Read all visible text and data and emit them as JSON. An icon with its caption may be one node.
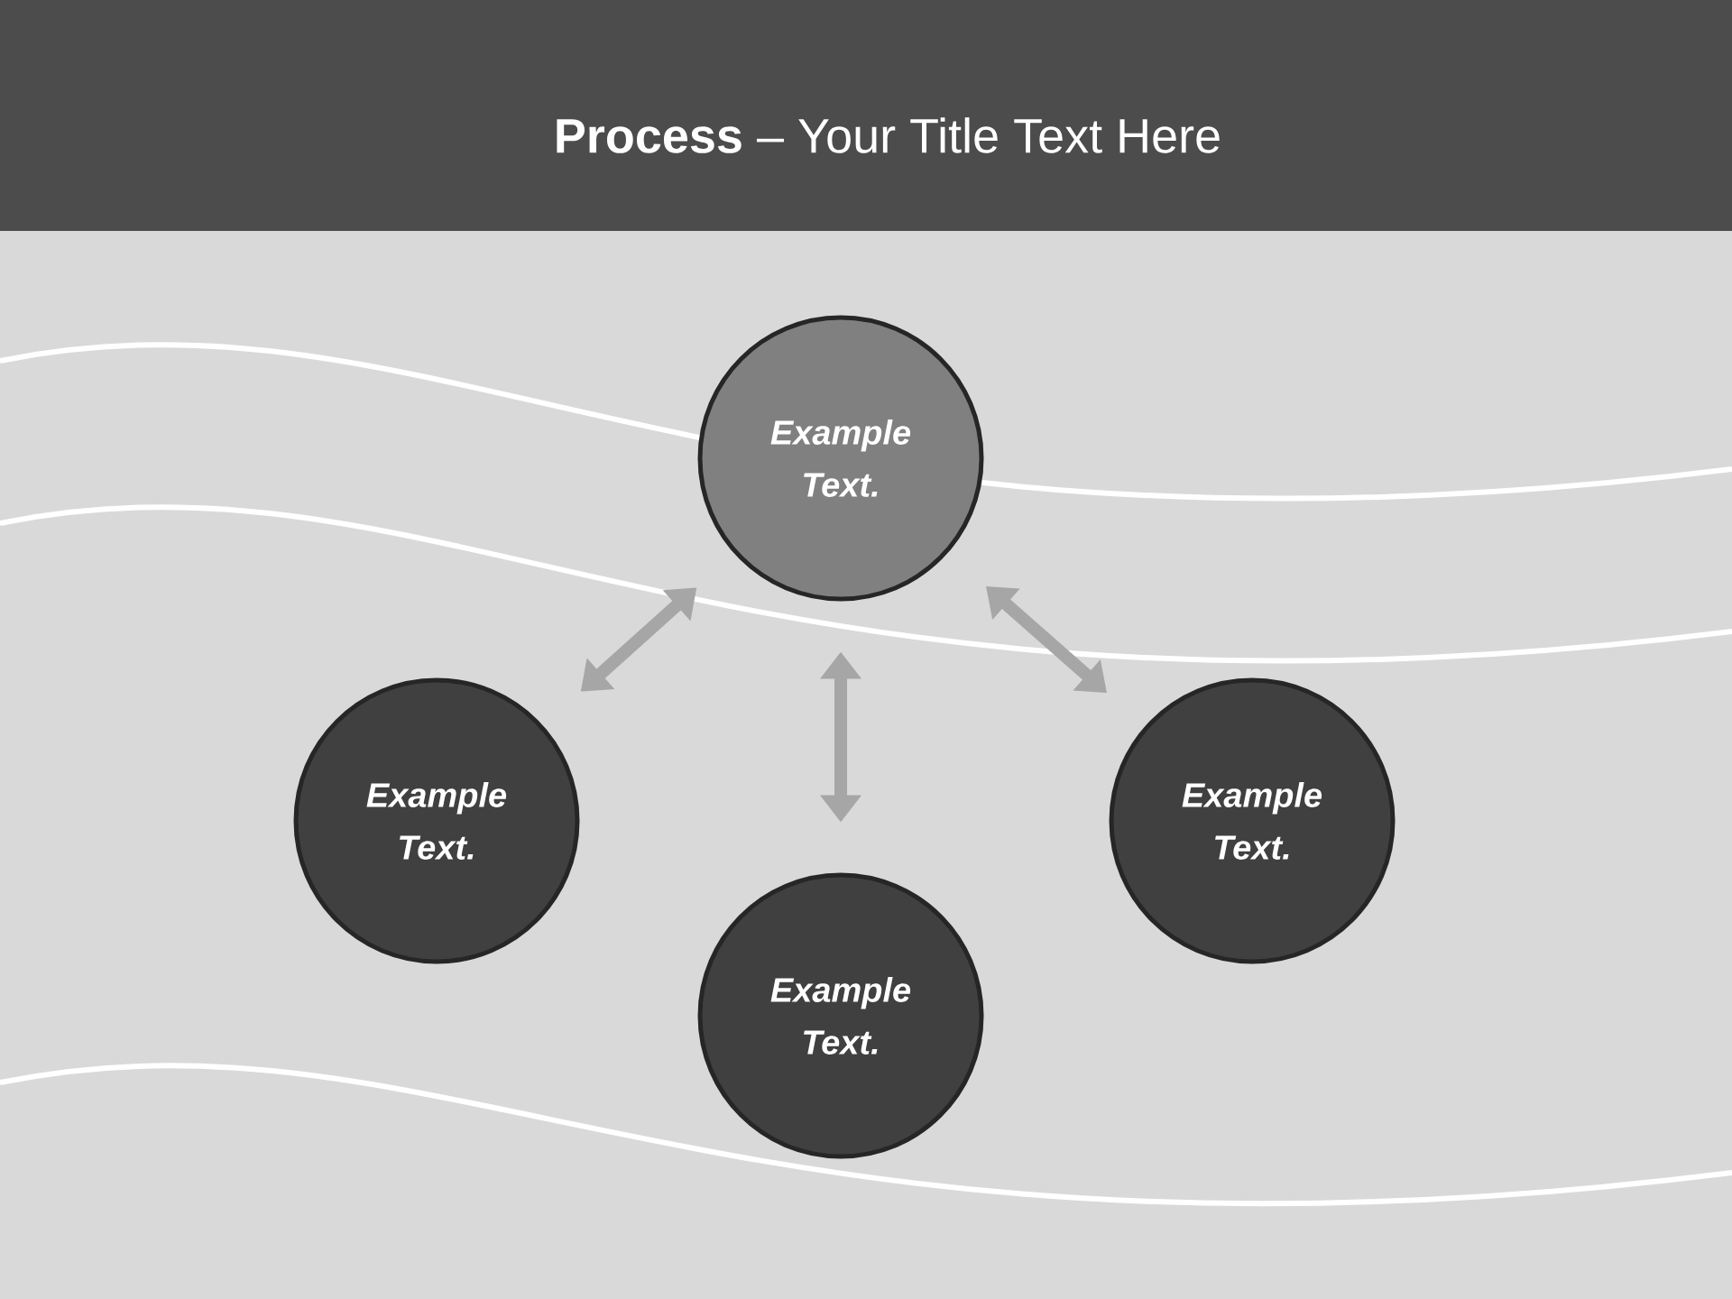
{
  "diagram": {
    "title": "**Process** – Your Title Text Here",
    "nodes": [
      {
        "text": [
          "Example Text."
        ]
      },
      {
        "text": [
          "Example Text."
        ]
      },
      {
        "text": [
          "Example Text."
        ]
      },
      {
        "text": [
          "Example Text."
        ]
      }
    ],
    "edges": [
      {
        "from": 0,
        "to": 1,
        "arrow": "both"
      },
      {
        "from": 0,
        "to": 2,
        "arrow": "both"
      },
      {
        "from": 0,
        "to": 3,
        "arrow": "both"
      }
    ]
  }
}
